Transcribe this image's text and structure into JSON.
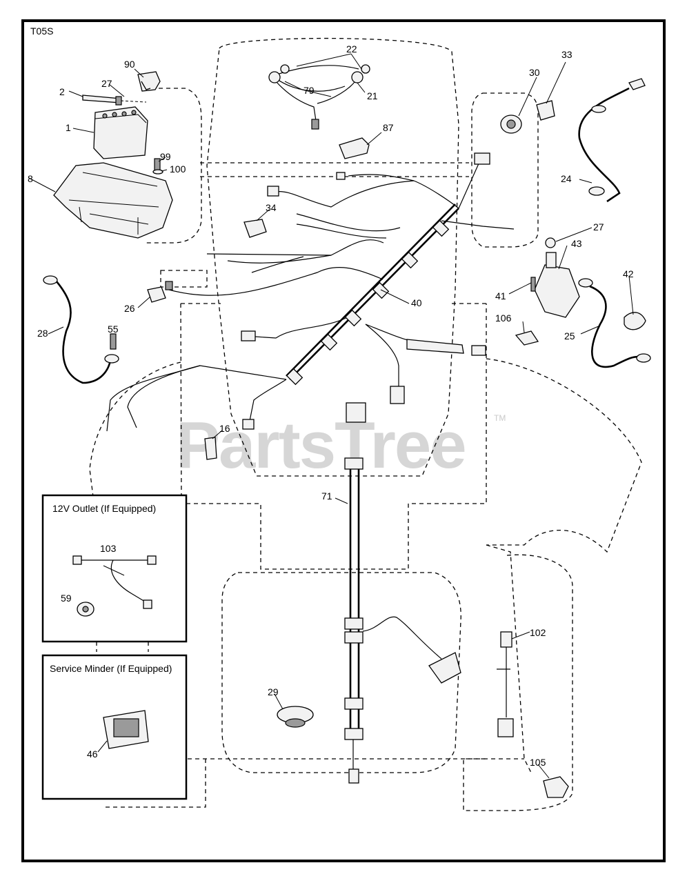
{
  "diagram_code": "T05S",
  "watermark": "PartsTree",
  "trademark": "TM",
  "callouts": {
    "c1": "1",
    "c2": "2",
    "c8": "8",
    "c16": "16",
    "c21": "21",
    "c22": "22",
    "c24": "24",
    "c25": "25",
    "c26": "26",
    "c27a": "27",
    "c27b": "27",
    "c28": "28",
    "c29": "29",
    "c30": "30",
    "c33": "33",
    "c34": "34",
    "c40": "40",
    "c41": "41",
    "c42": "42",
    "c43": "43",
    "c46": "46",
    "c55": "55",
    "c59": "59",
    "c71": "71",
    "c79": "79",
    "c87": "87",
    "c90": "90",
    "c99": "99",
    "c100": "100",
    "c102": "102",
    "c103": "103",
    "c105": "105",
    "c106": "106"
  },
  "insets": {
    "outlet_title": "12V Outlet (If Equipped)",
    "service_title": "Service Minder (If Equipped)"
  }
}
